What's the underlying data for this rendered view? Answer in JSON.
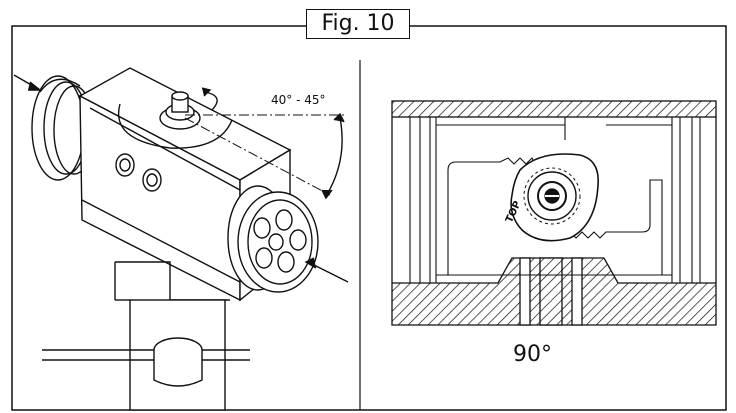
{
  "figure": {
    "label": "Fig. 10",
    "angle_range": "40° - 45°",
    "rotation": "90°",
    "top_mark": "TOP"
  },
  "colors": {
    "ink": "#111111",
    "paper": "#ffffff"
  }
}
